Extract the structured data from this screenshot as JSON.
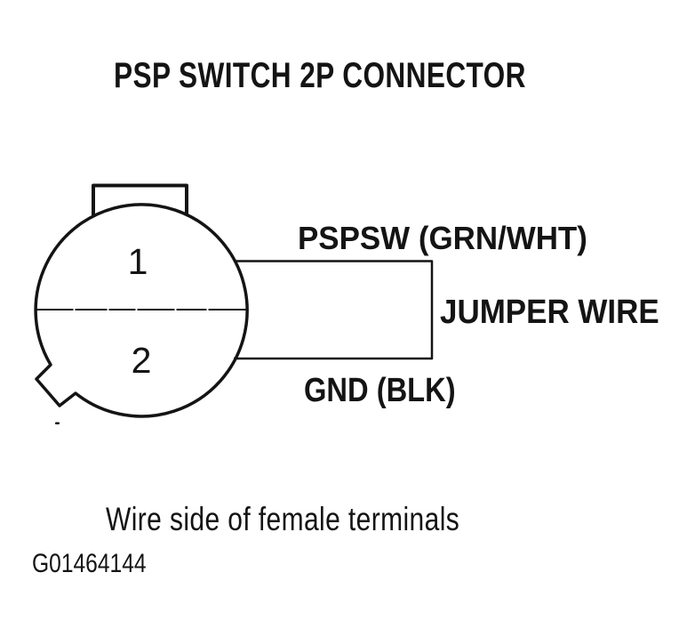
{
  "diagram": {
    "title": "PSP SWITCH 2P CONNECTOR",
    "ink": "#141414",
    "paper": "#ffffff",
    "connector": {
      "terminals": [
        {
          "number": "1",
          "label": "PSPSW (GRN/WHT)"
        },
        {
          "number": "2",
          "label": "GND (BLK)"
        }
      ],
      "jumper_label": "JUMPER WIRE"
    },
    "caption": "Wire side of female terminals",
    "figure_id": "G01464144"
  }
}
